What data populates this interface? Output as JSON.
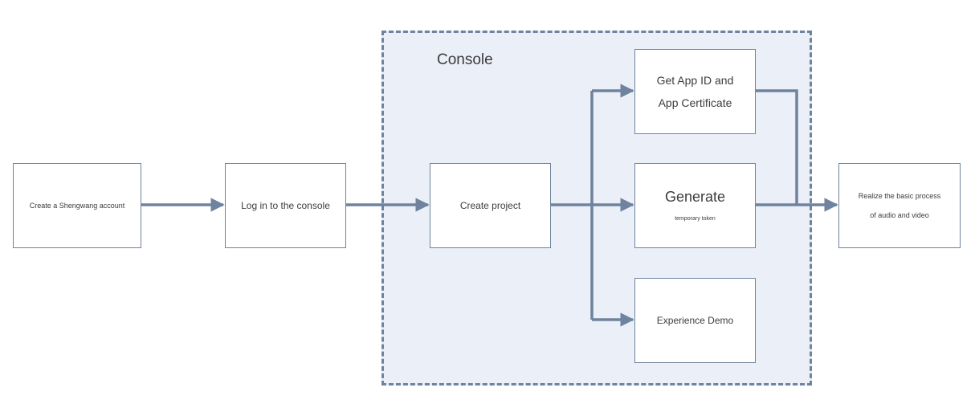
{
  "console": {
    "title": "Console"
  },
  "nodes": {
    "create_account": {
      "label": "Create a Shengwang account"
    },
    "login": {
      "label": "Log in to the console"
    },
    "create_project": {
      "label": "Create project"
    },
    "get_app_id": {
      "line1": "Get App ID and",
      "line2": "App Certificate"
    },
    "generate_token": {
      "title": "Generate",
      "subtitle": "temporary token"
    },
    "experience_demo": {
      "label": "Experience Demo"
    },
    "realize_process": {
      "line1": "Realize the basic process",
      "line2": "of audio and video"
    }
  },
  "colors": {
    "connector": "#6f839e",
    "console_fill": "#ebeff8",
    "text": "#3c3c3c"
  }
}
